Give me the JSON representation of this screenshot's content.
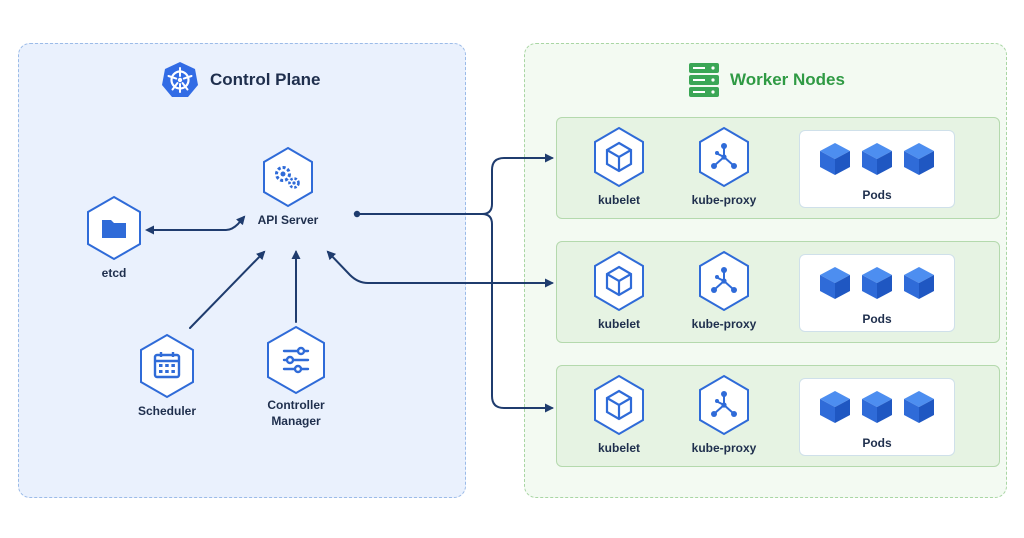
{
  "control_plane": {
    "title": "Control Plane",
    "components": {
      "api_server": "API Server",
      "etcd": "etcd",
      "scheduler": "Scheduler",
      "controller_manager_line1": "Controller",
      "controller_manager_line2": "Manager"
    }
  },
  "worker_nodes": {
    "title": "Worker Nodes",
    "nodes": [
      {
        "kubelet": "kubelet",
        "kube_proxy": "kube-proxy",
        "pods": "Pods"
      },
      {
        "kubelet": "kubelet",
        "kube_proxy": "kube-proxy",
        "pods": "Pods"
      },
      {
        "kubelet": "kubelet",
        "kube_proxy": "kube-proxy",
        "pods": "Pods"
      }
    ]
  },
  "colors": {
    "accent_blue": "#2f6bd8",
    "worker_green": "#2f9a44",
    "arrow": "#1f3c6e"
  }
}
